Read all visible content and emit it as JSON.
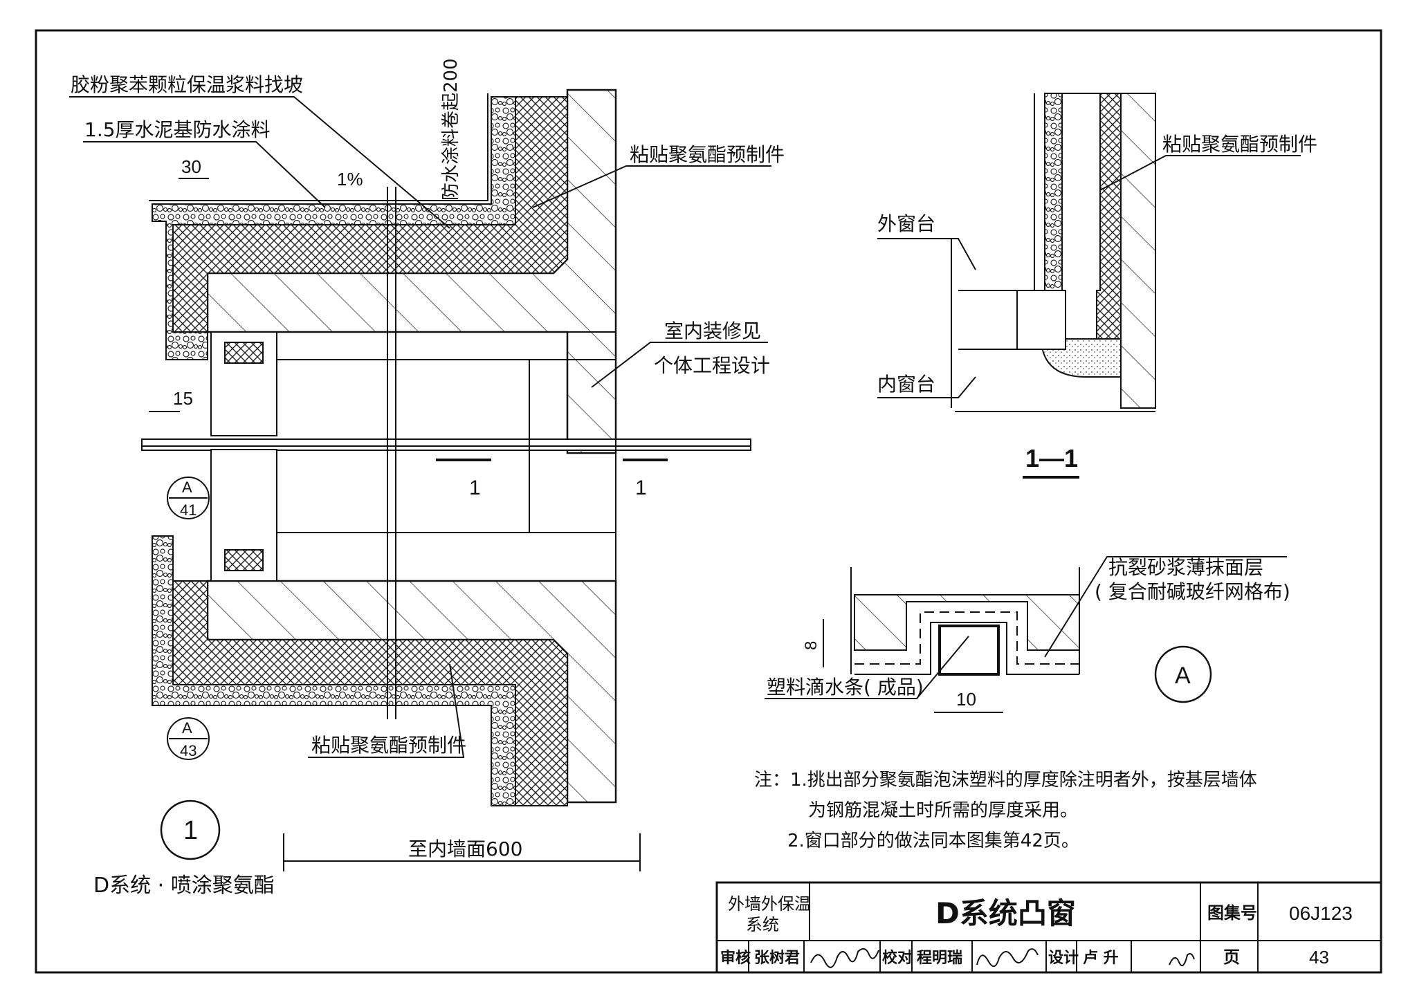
{
  "main_detail": {
    "label_top_mortar": "胶粉聚苯颗粒保温浆料找坡",
    "label_waterproof": "1.5厚水泥基防水涂料",
    "label_waterproof_up": "防水涂料卷起200",
    "label_polyurethane_top": "粘贴聚氨酯预制件",
    "label_polyurethane_bottom": "粘贴聚氨酯预制件",
    "label_interior": "室内装修见",
    "label_interior_2": "个体工程设计",
    "dim_30": "30",
    "slope": "1%",
    "dim_15": "15",
    "section_mark_left": "1",
    "section_mark_right": "1",
    "ref_a41_top": "A",
    "ref_a41_bottom": "41",
    "ref_a43_top": "A",
    "ref_a43_bottom": "43",
    "detail_number": "1",
    "detail_caption": "D系统 · 喷涂聚氨酯",
    "dim_600": "至内墙面600"
  },
  "section_1_1": {
    "label_polyurethane": "粘贴聚氨酯预制件",
    "label_outer_sill": "外窗台",
    "label_inner_sill": "内窗台",
    "title": "1—1"
  },
  "detail_a": {
    "label_mortar": "抗裂砂浆薄抹面层",
    "label_mesh": "( 复合耐碱玻纤网格布)",
    "label_drip": "塑料滴水条( 成品)",
    "dim_8": "8",
    "dim_10": "10",
    "marker": "A"
  },
  "notes": {
    "line1": "注：1.挑出部分聚氨酯泡沫塑料的厚度除注明者外，按基层墙体",
    "line2": "为钢筋混凝土时所需的厚度采用。",
    "line3": "2.窗口部分的做法同本图集第42页。"
  },
  "title_block": {
    "category_line1": "外墙外保温",
    "category_line2": "系统",
    "title": "D系统凸窗",
    "atlas_label": "图集号",
    "atlas_number": "06J123",
    "review_label": "审核",
    "review_name": "张树君",
    "check_label": "校对",
    "check_name": "程明瑞",
    "design_label": "设计",
    "design_name": "卢 升",
    "page_label": "页",
    "page_number": "43"
  }
}
